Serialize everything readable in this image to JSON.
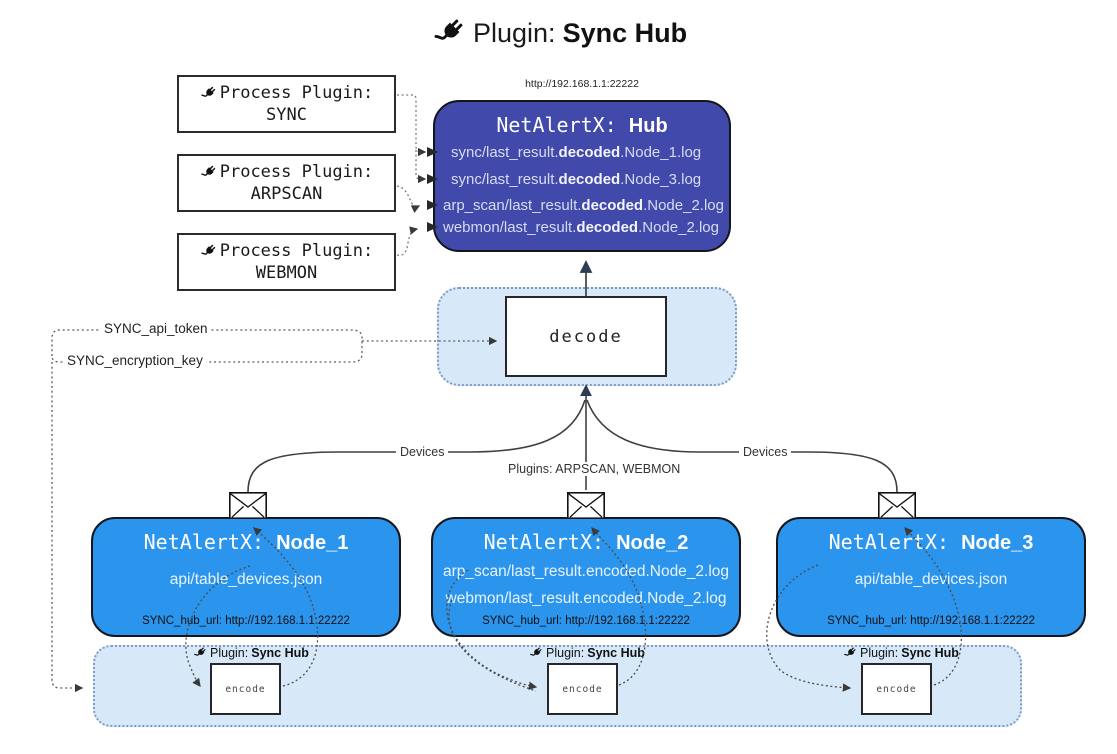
{
  "title": {
    "prefix": "Plugin:",
    "name": "Sync Hub"
  },
  "hub": {
    "url": "http://192.168.1.1:22222",
    "title_prefix": "NetAlertX: ",
    "title_name": "Hub",
    "logs": [
      {
        "pre": "sync/last_result.",
        "bold": "decoded",
        "post": ".Node_1.log"
      },
      {
        "pre": "sync/last_result.",
        "bold": "decoded",
        "post": ".Node_3.log"
      },
      {
        "pre": "arp_scan/last_result.",
        "bold": "decoded",
        "post": ".Node_2.log"
      },
      {
        "pre": "webmon/last_result.",
        "bold": "decoded",
        "post": ".Node_2.log"
      }
    ]
  },
  "process_plugins": [
    {
      "label": "Process Plugin:",
      "name": "SYNC"
    },
    {
      "label": "Process Plugin:",
      "name": "ARPSCAN"
    },
    {
      "label": "Process Plugin:",
      "name": "WEBMON"
    }
  ],
  "config": {
    "api_token": "SYNC_api_token",
    "encryption_key": "SYNC_encryption_key"
  },
  "decode_label": "decode",
  "edge_labels": {
    "left": "Devices",
    "center": "Plugins: ARPSCAN, WEBMON",
    "right": "Devices"
  },
  "nodes": [
    {
      "title_prefix": "NetAlertX: ",
      "title_name": "Node_1",
      "files": [
        "api/table_devices.json"
      ],
      "hub_url": "SYNC_hub_url: http://192.168.1.1:22222"
    },
    {
      "title_prefix": "NetAlertX: ",
      "title_name": "Node_2",
      "files": [
        "arp_scan/last_result.encoded.Node_2.log",
        "webmon/last_result.encoded.Node_2.log"
      ],
      "hub_url": "SYNC_hub_url: http://192.168.1.1:22222"
    },
    {
      "title_prefix": "NetAlertX: ",
      "title_name": "Node_3",
      "files": [
        "api/table_devices.json"
      ],
      "hub_url": "SYNC_hub_url: http://192.168.1.1:22222"
    }
  ],
  "band": {
    "plugin_prefix": "Plugin: ",
    "plugin_name": "Sync Hub",
    "encode_label": "encode"
  },
  "icons": {
    "plug": "plug-icon",
    "envelope": "envelope-icon"
  },
  "colors": {
    "hub_fill": "#4149ab",
    "node_fill": "#2b95ee",
    "panel_fill": "#d7e8f8",
    "panel_border": "#7d9cc4",
    "line": "#3f3f3f",
    "arrow_dark": "#2e3d55"
  }
}
